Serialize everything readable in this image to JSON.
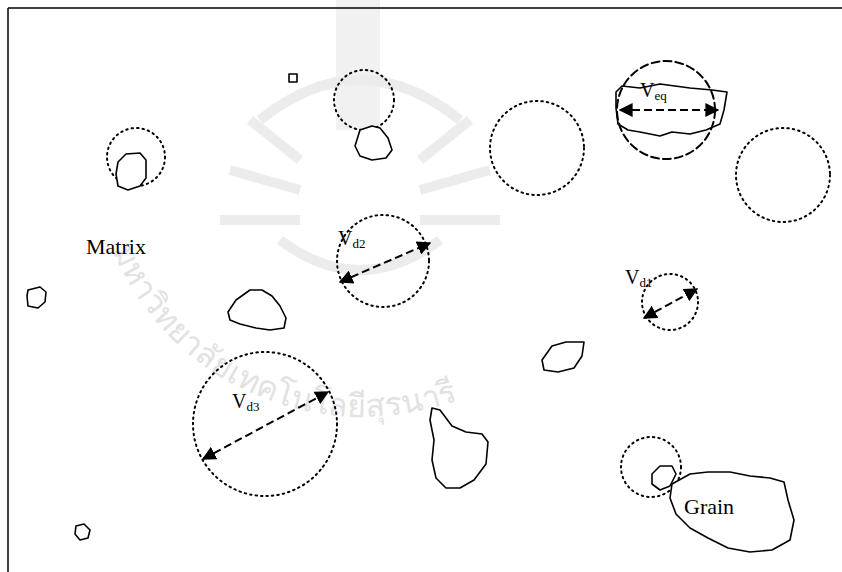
{
  "diagram": {
    "nodes": [
      {
        "text": [
          "Veq"
        ]
      },
      {
        "text": [
          "Vd2"
        ]
      },
      {
        "text": [
          "Vd1"
        ]
      },
      {
        "text": [
          "Vd3"
        ]
      },
      {
        "text": [
          "Grain"
        ]
      }
    ],
    "labels": [
      "Matrix",
      "มหาวิทยาลัยเทคโนโลยีสุรนารี"
    ]
  }
}
